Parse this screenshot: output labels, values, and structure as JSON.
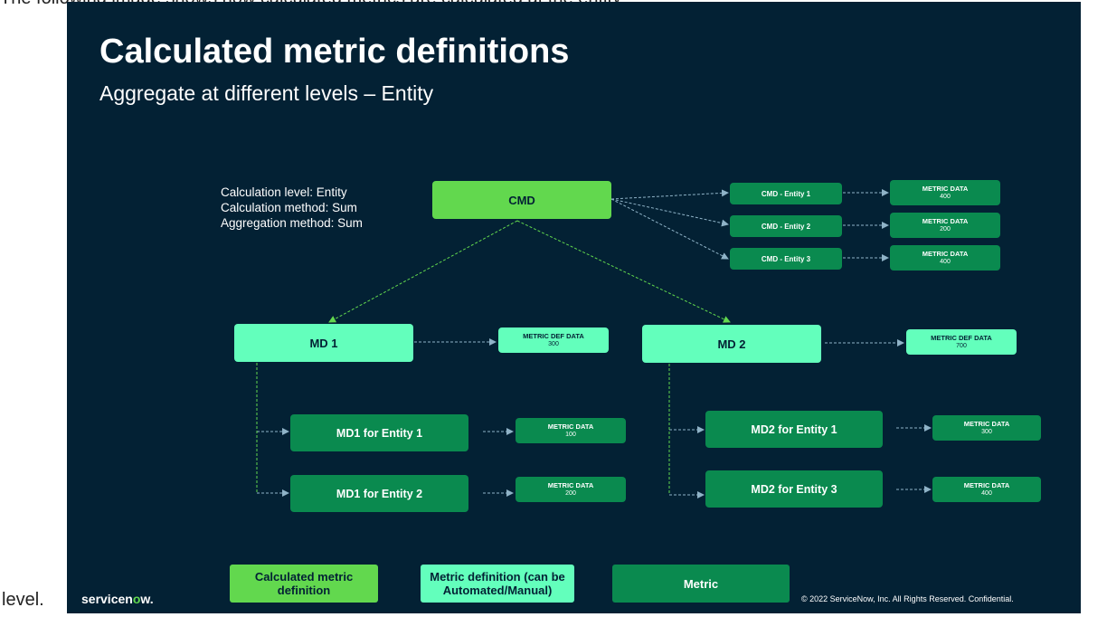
{
  "doc": {
    "top_line": "The following image shows how calculated metrics are calculated at the entity",
    "left_text": "level."
  },
  "slide": {
    "title": "Calculated metric definitions",
    "subtitle": "Aggregate at different levels – Entity",
    "calc_info": [
      "Calculation level: Entity",
      "Calculation method: Sum",
      "Aggregation method: Sum"
    ],
    "cmd": "CMD",
    "cmd_entities": [
      {
        "label": "CMD - Entity 1",
        "data_label": "METRIC DATA",
        "data_value": "400"
      },
      {
        "label": "CMD - Entity 2",
        "data_label": "METRIC DATA",
        "data_value": "200"
      },
      {
        "label": "CMD - Entity 3",
        "data_label": "METRIC DATA",
        "data_value": "400"
      }
    ],
    "md1": {
      "label": "MD 1",
      "data_label": "METRIC DEF DATA",
      "data_value": "300"
    },
    "md2": {
      "label": "MD 2",
      "data_label": "METRIC DEF DATA",
      "data_value": "700"
    },
    "md1_entities": [
      {
        "label": "MD1 for Entity 1",
        "data_label": "METRIC DATA",
        "data_value": "100"
      },
      {
        "label": "MD1 for Entity 2",
        "data_label": "METRIC DATA",
        "data_value": "200"
      }
    ],
    "md2_entities": [
      {
        "label": "MD2 for Entity 1",
        "data_label": "METRIC DATA",
        "data_value": "300"
      },
      {
        "label": "MD2 for Entity 3",
        "data_label": "METRIC DATA",
        "data_value": "400"
      }
    ],
    "legend": {
      "calculated": "Calculated metric definition",
      "metric_def": "Metric definition (can be Automated/Manual)",
      "metric": "Metric"
    },
    "logo": {
      "pre": "servicen",
      "o": "o",
      "post": "w."
    },
    "copyright": "© 2022 ServiceNow, Inc. All Rights Reserved. Confidential."
  },
  "colors": {
    "background": "#032134",
    "calculated_metric": "#62d84e",
    "metric_definition": "#63ffbc",
    "metric": "#0a8a4f"
  }
}
